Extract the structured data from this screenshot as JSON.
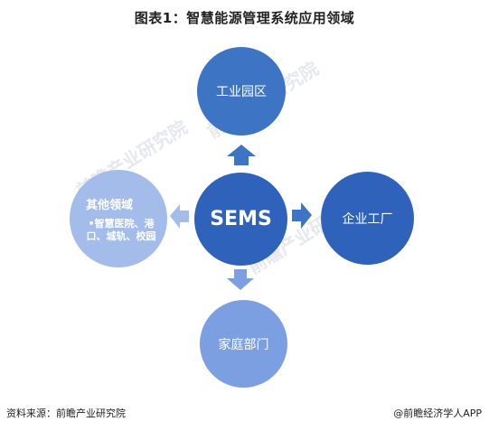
{
  "title": "图表1：智慧能源管理系统应用领域",
  "nodes": {
    "center": {
      "label": "SEMS"
    },
    "top": {
      "label": "工业园区"
    },
    "right": {
      "label": "企业工厂"
    },
    "bottom": {
      "label": "家庭部门"
    },
    "left": {
      "title": "其他领域",
      "items": [
        "•智慧医院、港口、城轨、校园"
      ]
    }
  },
  "watermark": "前瞻产业研究院",
  "footer": {
    "source": "资料来源：前瞻产业研究院",
    "brand": "@前瞻经济学人APP"
  },
  "colors": {
    "primary_blue": "#2f63bb",
    "top_blue": "#3d74c4",
    "light_blue": "#a4bce9",
    "mid_blue": "#7c9fe1",
    "arrow_blue": "#3d74c4",
    "arrow_light": "#a4bce9"
  }
}
